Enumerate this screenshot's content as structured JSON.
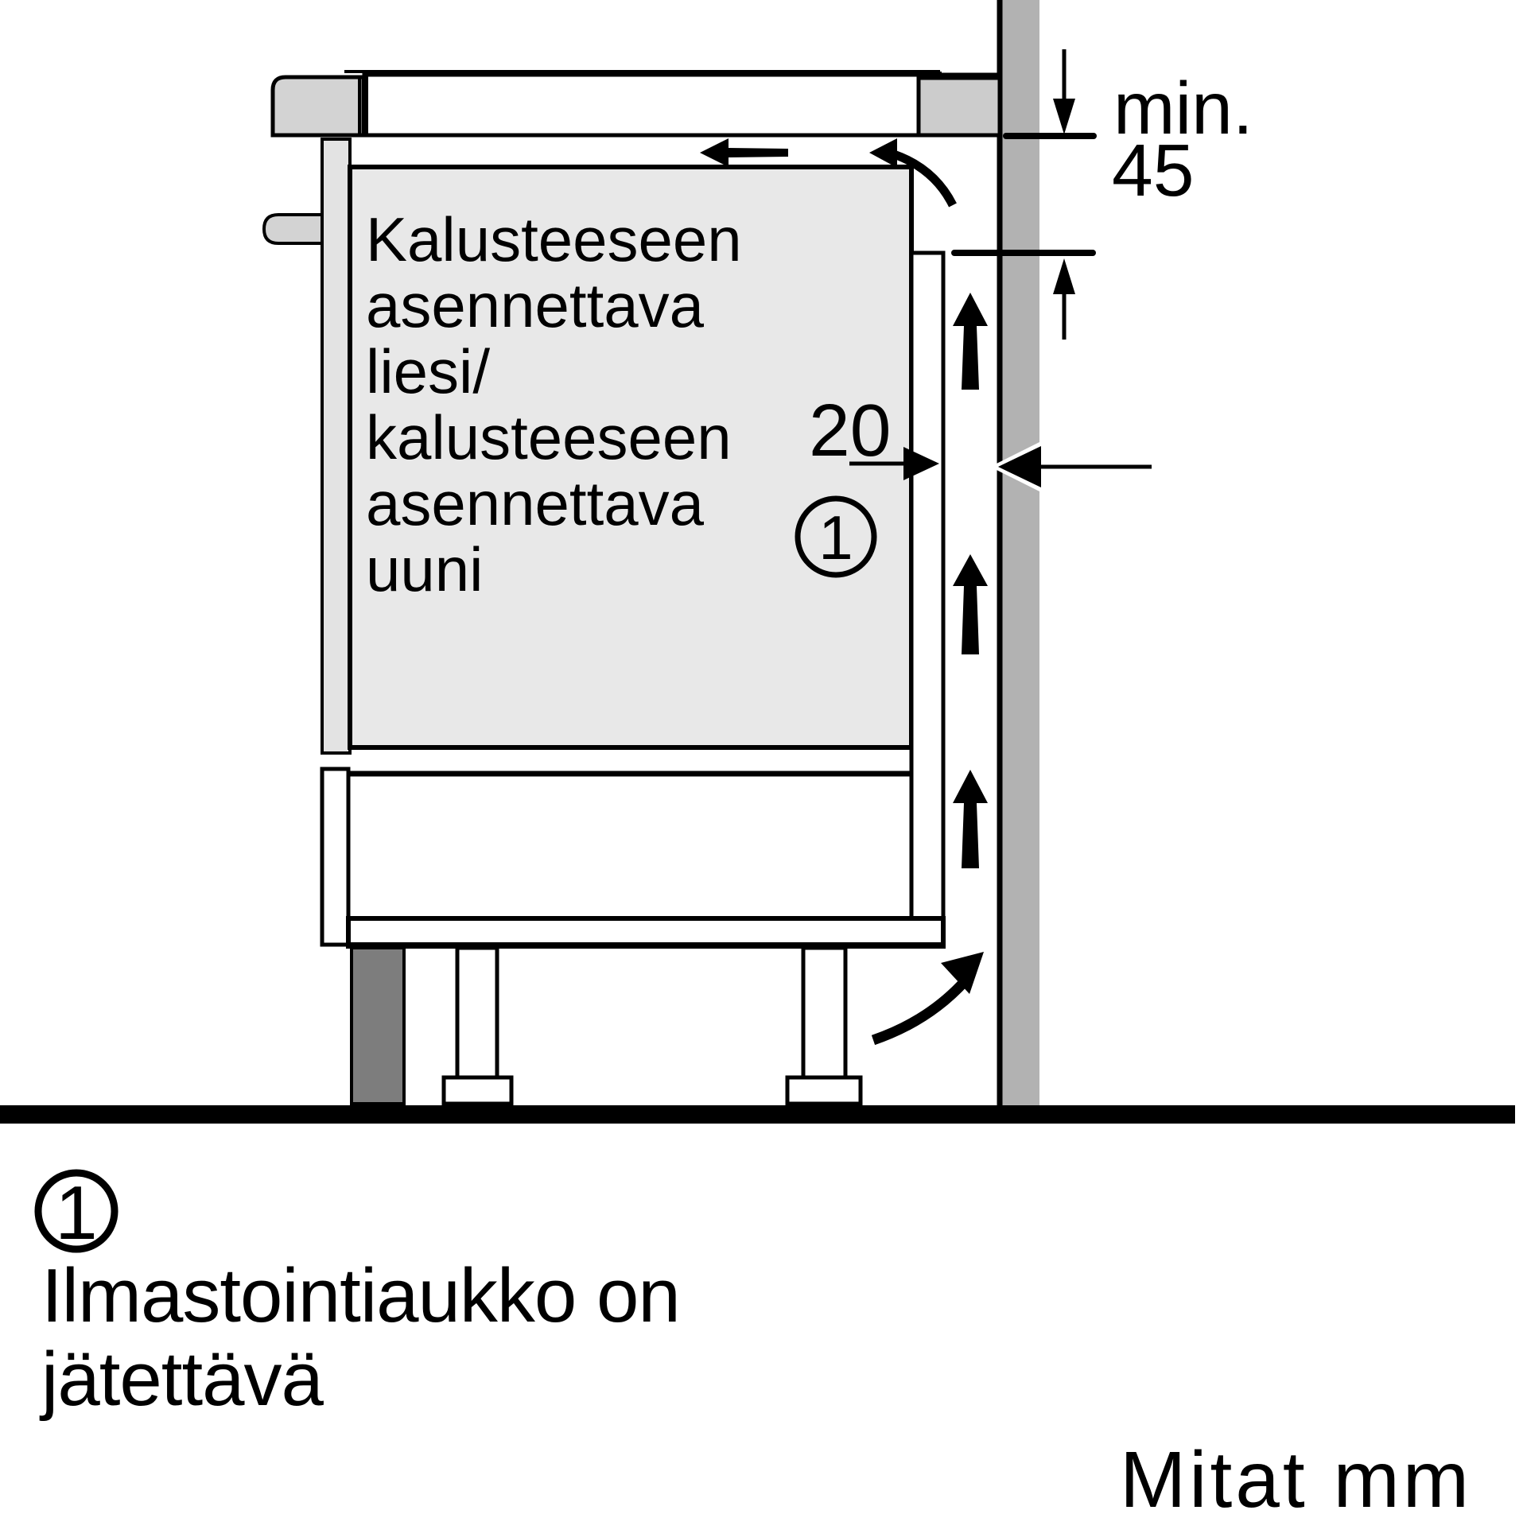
{
  "diagram": {
    "cabinet_label_lines": [
      "Kalusteeseen",
      "asennettava",
      "liesi/",
      "kalusteeseen",
      "asennettava",
      "uuni"
    ],
    "dimensions": {
      "min_label": "min.",
      "min_value": "45",
      "gap_value": "20"
    },
    "callout_number": "1"
  },
  "legend": {
    "number": "1",
    "line1": "Ilmastointiaukko on",
    "line2": "jätettävä"
  },
  "footer": {
    "units_note": "Mitat mm"
  },
  "colors": {
    "background": "#ffffff",
    "line": "#000000",
    "wall": "#b2b2b2",
    "cavity_fill": "#e8e8e8",
    "hob_fill": "#d3d3d3",
    "counter_trim_fill": "#cccccc",
    "side_panel_fill": "#e3e3e3",
    "handle_fill": "#d3d3d3",
    "plinth_fill": "#7d7d7d"
  }
}
